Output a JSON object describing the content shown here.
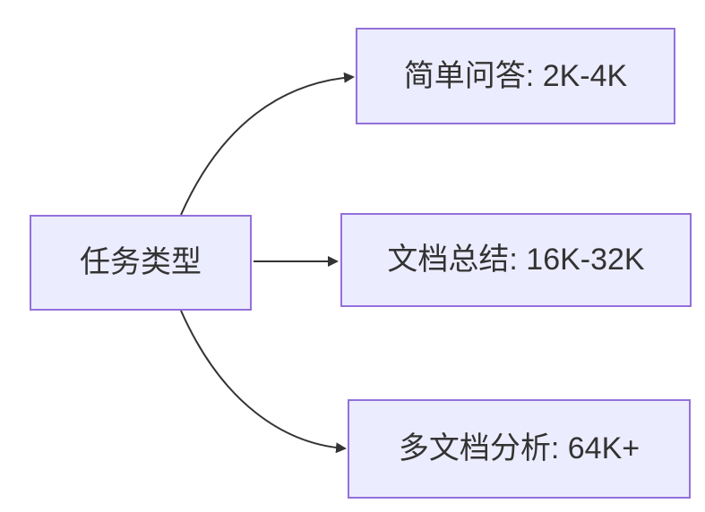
{
  "diagram": {
    "type": "flowchart",
    "direction": "left-to-right",
    "root": {
      "id": "task-type",
      "label": "任务类型"
    },
    "branches": [
      {
        "id": "simple-qa",
        "label": "简单问答: 2K-4K"
      },
      {
        "id": "doc-summary",
        "label": "文档总结: 16K-32K"
      },
      {
        "id": "multi-doc",
        "label": "多文档分析: 64K+"
      }
    ],
    "edges": [
      {
        "from": "任务类型",
        "to": "简单问答: 2K-4K"
      },
      {
        "from": "任务类型",
        "to": "文档总结: 16K-32K"
      },
      {
        "from": "任务类型",
        "to": "多文档分析: 64K+"
      }
    ],
    "colors": {
      "node_fill": "#ECECFF",
      "node_border": "#9370DB",
      "edge_line": "#333333",
      "arrowhead": "#333333",
      "text": "#333333",
      "background": "#FFFFFF"
    }
  }
}
